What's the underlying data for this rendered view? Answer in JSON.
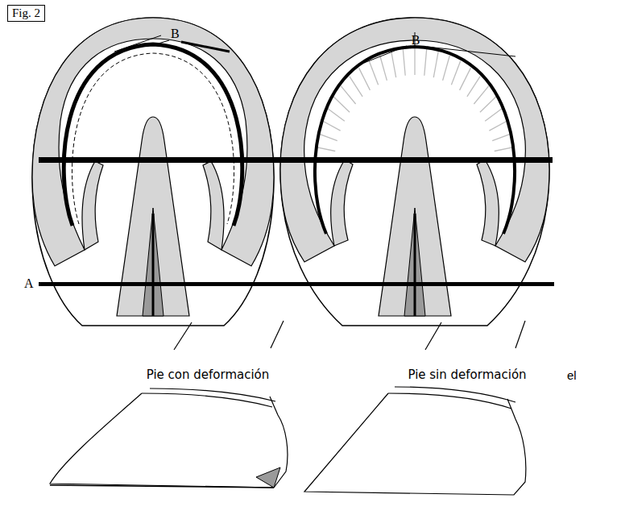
{
  "diagram": {
    "nodes": [
      {
        "text": [
          "Fig. 2"
        ]
      }
    ],
    "labels": [
      "B",
      "B",
      "A",
      "Pie con deformación",
      "Pie sin deformación",
      "el"
    ]
  }
}
